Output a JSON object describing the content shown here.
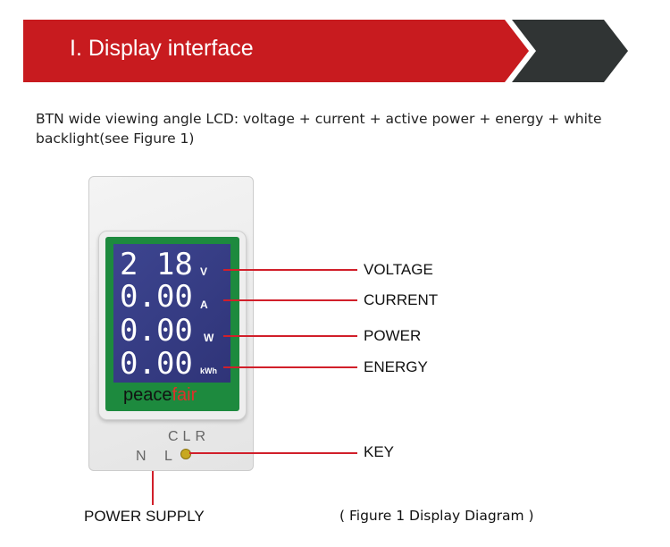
{
  "header": {
    "title": "I. Display interface",
    "colors": {
      "red": "#c81b1f",
      "dark": "#303434"
    }
  },
  "description": "BTN wide viewing angle LCD: voltage + current + active power + energy + white backlight(see Figure 1)",
  "device": {
    "readings": [
      {
        "value": "2 18",
        "unit": "V"
      },
      {
        "value": "0.00",
        "unit": "A"
      },
      {
        "value": "0.00",
        "unit": "W"
      },
      {
        "value": "0.00",
        "unit": "kWh"
      }
    ],
    "brand_a": "peace",
    "brand_b": "fair",
    "clr": "CLR",
    "nl": "N L"
  },
  "labels": {
    "voltage": "VOLTAGE",
    "current": "CURRENT",
    "power": "POWER",
    "energy": "ENERGY",
    "key": "KEY",
    "power_supply": "POWER SUPPLY"
  },
  "caption": "( Figure 1 Display Diagram )"
}
